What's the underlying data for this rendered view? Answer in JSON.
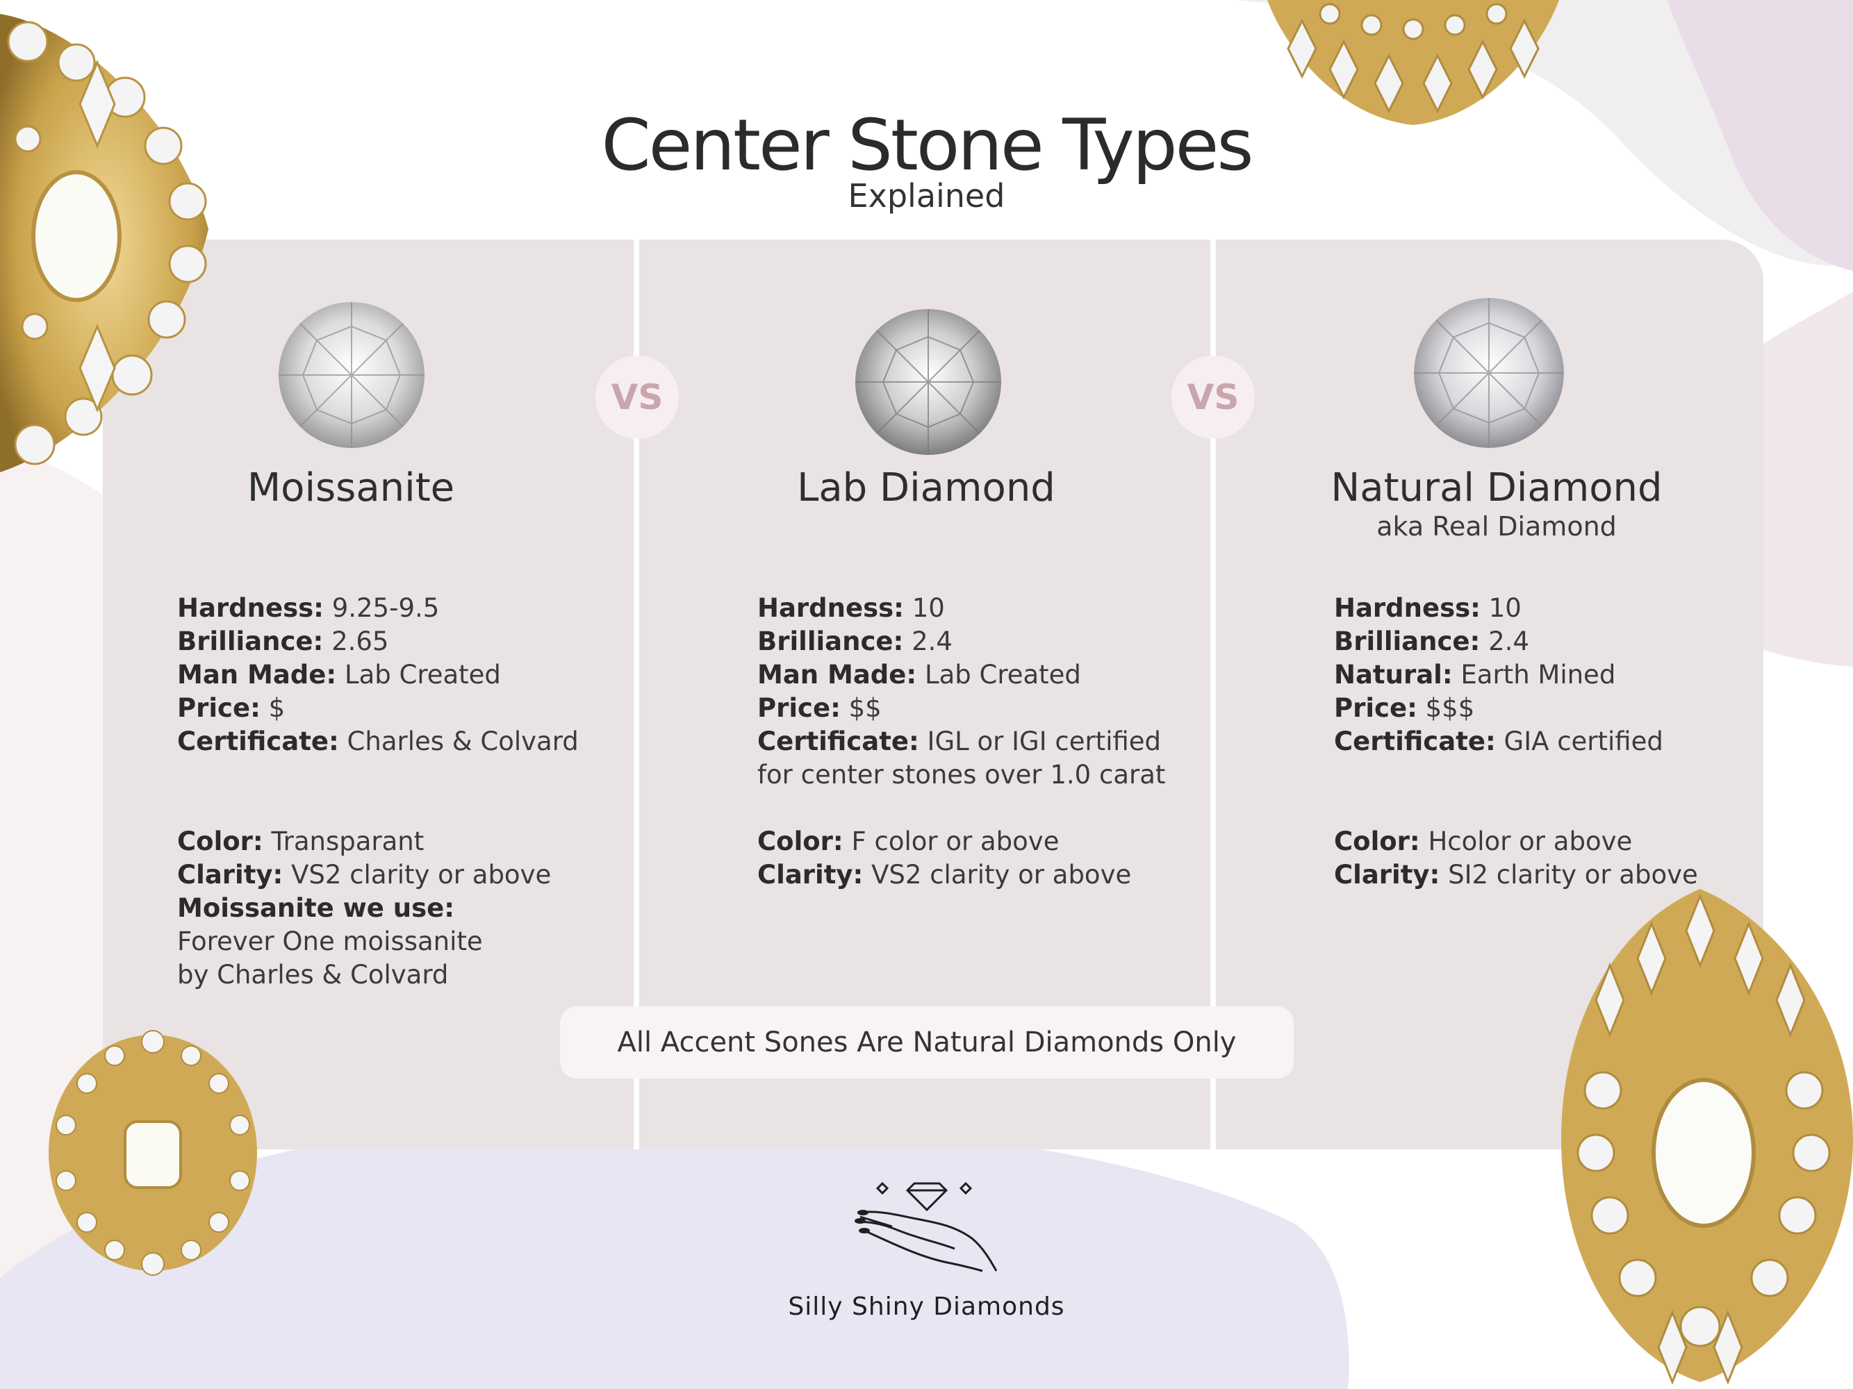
{
  "header": {
    "title": "Center Stone Types",
    "subtitle": "Explained"
  },
  "vs_label": "VS",
  "columns": [
    {
      "name": "Moissanite",
      "aka": "",
      "lines": [
        {
          "label": "Hardness:",
          "value": "  9.25-9.5"
        },
        {
          "label": "Brilliance:",
          "value": " 2.65"
        },
        {
          "label": "Man Made:",
          "value": " Lab Created"
        },
        {
          "label": "Price:",
          "value": " $"
        },
        {
          "label": "Certificate:",
          "value": " Charles & Colvard"
        }
      ],
      "lines2": [
        {
          "label": "Color:",
          "value": " Transparant"
        },
        {
          "label": "Clarity:",
          "value": " VS2 clarity or above"
        },
        {
          "label": "Moissanite we use:",
          "value": ""
        },
        {
          "label": "",
          "value": "Forever One moissanite"
        },
        {
          "label": "",
          "value": "by Charles & Colvard"
        }
      ]
    },
    {
      "name": "Lab Diamond",
      "aka": "",
      "lines": [
        {
          "label": "Hardness:",
          "value": "  10"
        },
        {
          "label": "Brilliance:",
          "value": " 2.4"
        },
        {
          "label": "Man Made:",
          "value": " Lab Created"
        },
        {
          "label": "Price:",
          "value": " $$"
        },
        {
          "label": "Certificate:",
          "value": " IGL or IGI certified"
        },
        {
          "label": "",
          "value": "for center stones over 1.0 carat"
        }
      ],
      "lines2": [
        {
          "label": "Color:",
          "value": " F color or above"
        },
        {
          "label": "Clarity:",
          "value": " VS2 clarity or above"
        }
      ]
    },
    {
      "name": "Natural Diamond",
      "aka": "aka Real Diamond",
      "lines": [
        {
          "label": "Hardness:",
          "value": " 10"
        },
        {
          "label": "Brilliance:",
          "value": " 2.4"
        },
        {
          "label": "Natural:",
          "value": " Earth Mined"
        },
        {
          "label": "Price:",
          "value": " $$$"
        },
        {
          "label": "Certificate:",
          "value": " GIA certified"
        }
      ],
      "lines2": [
        {
          "label": "Color:",
          "value": " Hcolor or above"
        },
        {
          "label": "Clarity:",
          "value": " SI2 clarity or above"
        }
      ]
    }
  ],
  "note": "All Accent Sones Are Natural Diamonds Only",
  "brand": "Silly Shiny Diamonds",
  "colors": {
    "panel": "#e9e3e4",
    "vs_text": "#c9a5ad",
    "vs_circle": "#f6eef0",
    "gold": "#c9a24a",
    "lavender_blob": "#e8e6f3",
    "mauve_blob": "#e9dde7"
  }
}
